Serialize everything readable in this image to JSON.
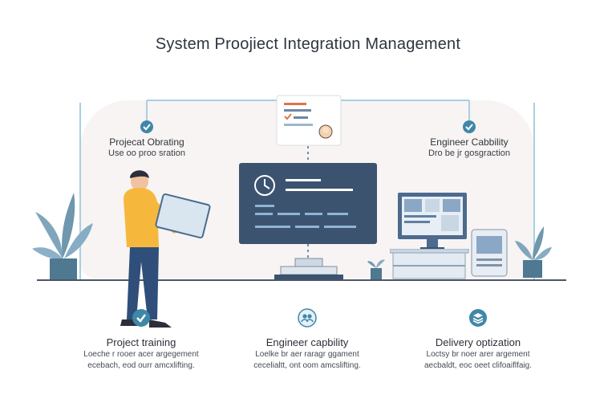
{
  "title": "System Proojiect Integration Management",
  "top_left": {
    "title": "Projecat Obrating",
    "subtitle": "Use oo proo sration"
  },
  "top_right": {
    "title": "Engineer Cabbility",
    "subtitle": "Dro be jr gosgraction"
  },
  "bottom_items": [
    {
      "icon": "check-shield-icon",
      "title": "Project training",
      "desc_line1": "Loeche r rooer acer argegement",
      "desc_line2": "ecebach, eod ourr amcxlifting."
    },
    {
      "icon": "people-icon",
      "title": "Engineer capbility",
      "desc_line1": "Loelke br aer raragr ggament",
      "desc_line2": "cecelialtt, ont oom amcslifting."
    },
    {
      "icon": "layers-icon",
      "title": "Delivery optization",
      "desc_line1": "Loctsy br noer arer argement",
      "desc_line2": "aecbaldt, eoc oeet clifoaiflfaig."
    }
  ],
  "colors": {
    "accent": "#2f6f95",
    "line": "#a9cfe0",
    "monitor": "#3c5370",
    "plant": "#6f97ad",
    "shirt": "#f5b83d",
    "pants": "#2f4f7a"
  }
}
